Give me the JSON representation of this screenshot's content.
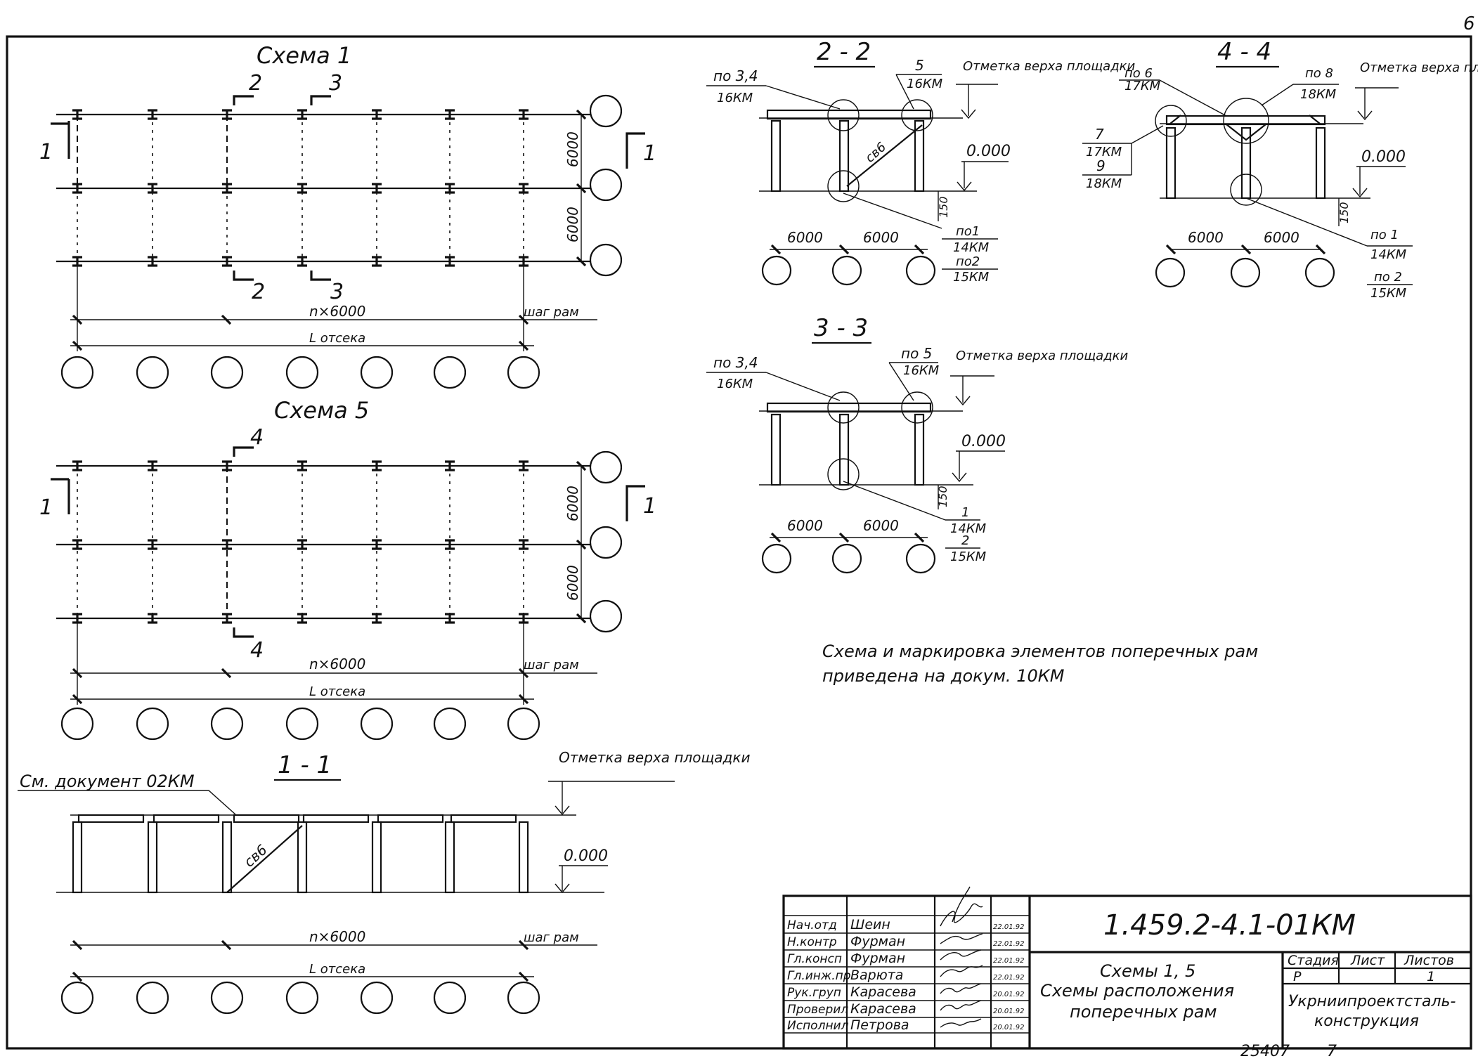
{
  "page_number": "6",
  "scheme1": {
    "title": "Схема 1",
    "cut_a": "2",
    "cut_b": "3",
    "side_cut": "1",
    "dim_span": "6000",
    "dim_n": "n×6000",
    "dim_step": "шаг рам",
    "dim_total": "L отсека"
  },
  "scheme5": {
    "title": "Схема 5",
    "cut_a": "4",
    "side_cut": "1",
    "dim_span": "6000",
    "dim_n": "n×6000",
    "dim_step": "шаг рам",
    "dim_total": "L отсека"
  },
  "section11": {
    "title": "1 - 1",
    "doc_ref": "См. документ 02КМ",
    "top_mark": "Отметка верха площадки",
    "zero_mark": "0.000",
    "brace": "св6",
    "dim_n": "n×6000",
    "dim_step": "шаг рам",
    "dim_total": "L отсека"
  },
  "section22": {
    "title": "2 - 2",
    "ref_a_no": "по 3,4",
    "ref_a_doc": "16КМ",
    "ref_b_no": "5",
    "ref_b_doc": "16КМ",
    "top_mark": "Отметка верха площадки",
    "zero_mark": "0.000",
    "brace": "св6",
    "dim_150": "150",
    "dim_left": "6000",
    "dim_right": "6000",
    "ref_c_no": "по1",
    "ref_c_doc": "14КМ",
    "ref_d_no": "по2",
    "ref_d_doc": "15КМ"
  },
  "section33": {
    "title": "3 - 3",
    "ref_a_no": "по 3,4",
    "ref_a_doc": "16КМ",
    "ref_b_no": "по 5",
    "ref_b_doc": "16КМ",
    "top_mark": "Отметка верха площадки",
    "zero_mark": "0.000",
    "dim_150": "150",
    "dim_left": "6000",
    "dim_right": "6000",
    "ref_c_no": "1",
    "ref_c_doc": "14КМ",
    "ref_d_no": "2",
    "ref_d_doc": "15КМ"
  },
  "section44": {
    "title": "4 - 4",
    "ref_a_no": "по 6",
    "ref_a_doc": "17КМ",
    "ref_b_no": "по 8",
    "ref_b_doc": "18КМ",
    "top_mark": "Отметка верха площадки",
    "ref_e_no": "7",
    "ref_e_doc": "17КМ",
    "ref_f_no": "9",
    "ref_f_doc": "18КМ",
    "zero_mark": "0.000",
    "dim_150": "150",
    "dim_left": "6000",
    "dim_right": "6000",
    "ref_c_no": "по 1",
    "ref_c_doc": "14КМ",
    "ref_d_no": "по 2",
    "ref_d_doc": "15КМ"
  },
  "note": {
    "line1": "Схема и маркировка элементов поперечных рам",
    "line2": "приведена на докум. 10КМ"
  },
  "title_block": {
    "code": "1.459.2-4.1-01КМ",
    "rows": [
      {
        "role": "Нач.отд",
        "name": "Шеин",
        "date": "22.01.92"
      },
      {
        "role": "Н.контр",
        "name": "Фурман",
        "date": "22.01.92"
      },
      {
        "role": "Гл.консп",
        "name": "Фурман",
        "date": "22.01.92"
      },
      {
        "role": "Гл.инж.пр",
        "name": "Варюта",
        "date": "22.01.92"
      },
      {
        "role": "Рук.груп",
        "name": "Карасева",
        "date": "20.01.92"
      },
      {
        "role": "Проверил",
        "name": "Карасева",
        "date": "20.01.92"
      },
      {
        "role": "Исполнил",
        "name": "Петрова",
        "date": "20.01.92"
      }
    ],
    "desc_1": "Схемы 1, 5",
    "desc_2": "Схемы расположения",
    "desc_3": "поперечных рам",
    "stage_label": "Стадия",
    "sheet_label": "Лист",
    "sheets_label": "Листов",
    "stage_value": "Р",
    "sheet_value": "",
    "sheets_value": "1",
    "org_1": "Укрниипроектсталь-",
    "org_2": "конструкция"
  },
  "archive": {
    "number": "25407",
    "format": "7"
  }
}
